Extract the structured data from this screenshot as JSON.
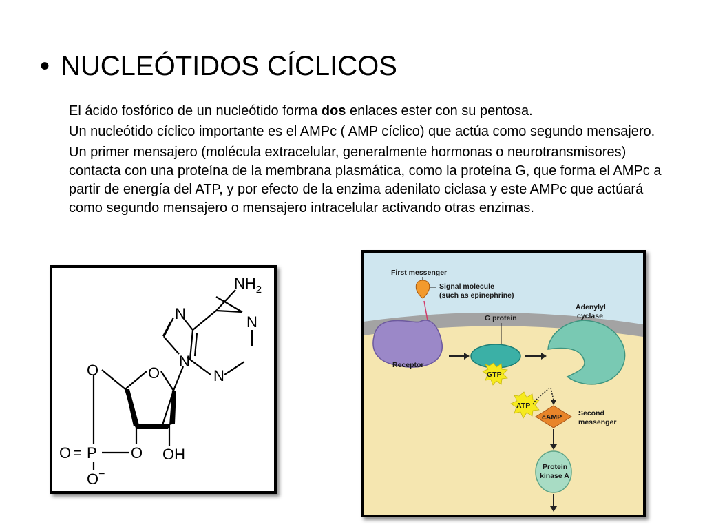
{
  "slide": {
    "bullet": "•",
    "title": "NUCLEÓTIDOS CÍCLICOS",
    "para1_pre": "El ácido fosfórico de un nucleótido forma ",
    "para1_bold": "dos",
    "para1_post": " enlaces ester con su pentosa.",
    "para2": "Un nucleótido cíclico importante es el AMPc ( AMP cíclico) que actúa como segundo mensajero.",
    "para3": "Un primer mensajero (molécula extracelular, generalmente hormonas o neurotransmisores) contacta con una proteína de la membrana plasmática, como la proteína G, que forma el AMPc a partir de energía del ATP, y por efecto de la enzima adenilato ciclasa y este AMPc que actúará como segundo mensajero o mensajero intracelular activando otras enzimas."
  },
  "structure": {
    "nh2": "NH",
    "nh2_sub": "2",
    "n_top": "N",
    "n_right": "N",
    "n_bottom": "N",
    "n_glyco": "N",
    "o_ring": "O",
    "o_ester_top": "O",
    "o_ester_bottom": "O",
    "o_double": "O",
    "p_atom": "P",
    "o_minus": "O",
    "minus": "−",
    "oh": "OH",
    "eq": "="
  },
  "diagram": {
    "first_messenger": "First messenger",
    "signal_molecule_1": "Signal molecule",
    "signal_molecule_2": "(such as epinephrine)",
    "g_protein": "G protein",
    "adenylyl_1": "Adenylyl",
    "adenylyl_2": "cyclase",
    "receptor": "Receptor",
    "gtp": "GTP",
    "atp": "ATP",
    "camp": "cAMP",
    "second_1": "Second",
    "second_2": "messenger",
    "pka_1": "Protein",
    "pka_2": "kinase A",
    "colors": {
      "extracellular": "#cfe6ef",
      "cytoplasm": "#f5e6b0",
      "membrane": "#a3a3a3",
      "receptor": "#9b88c8",
      "g_protein": "#3bb0a6",
      "adenylyl_cyclase": "#79c9b3",
      "signal_molecule": "#f29a2e",
      "gtp_atp_burst": "#f6ea1e",
      "camp": "#e8852a",
      "protein_kinase_a": "#a8dcc4"
    }
  }
}
